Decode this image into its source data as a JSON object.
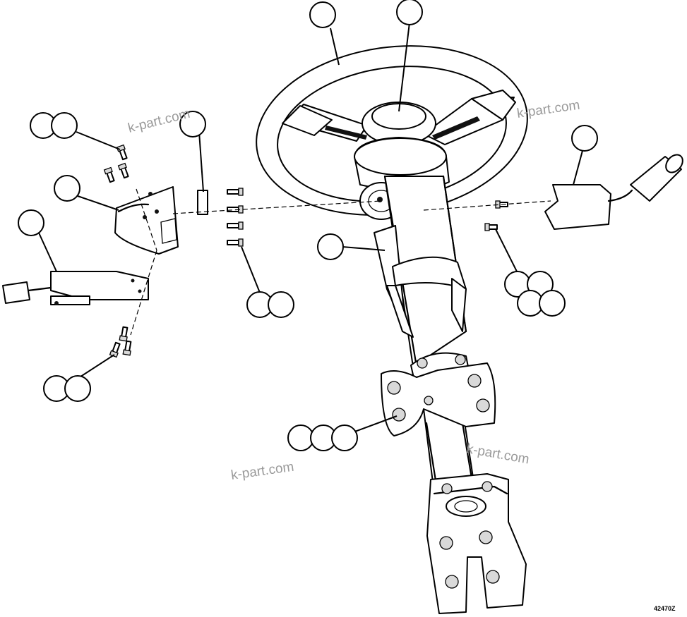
{
  "diagram": {
    "drawing_number": "42470Z",
    "watermarks": [
      "k-part.com",
      "k-part.com",
      "k-part.com",
      "k-part.com"
    ]
  },
  "callouts": [
    {
      "id": "steering-wheel"
    },
    {
      "id": "horn-button"
    },
    {
      "id": "bolt-set-a-1"
    },
    {
      "id": "bolt-set-a-2"
    },
    {
      "id": "clip"
    },
    {
      "id": "switch-right"
    },
    {
      "id": "left-shroud"
    },
    {
      "id": "left-lever-switch"
    },
    {
      "id": "column-shroud"
    },
    {
      "id": "screws-1"
    },
    {
      "id": "screws-2"
    },
    {
      "id": "right-screws-1"
    },
    {
      "id": "right-screws-2"
    },
    {
      "id": "right-screws-3"
    },
    {
      "id": "right-screws-4"
    },
    {
      "id": "lower-screws-1"
    },
    {
      "id": "lower-screws-2"
    },
    {
      "id": "bracket-bolts-1"
    },
    {
      "id": "bracket-bolts-2"
    },
    {
      "id": "bracket-bolts-3"
    }
  ]
}
